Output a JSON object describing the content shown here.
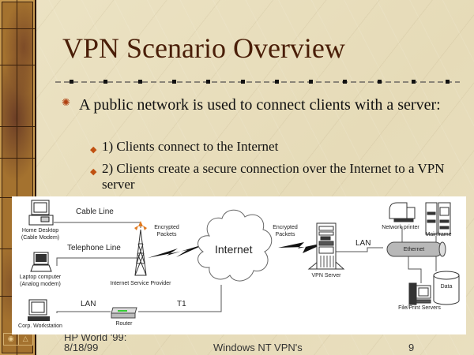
{
  "slide": {
    "title": "VPN Scenario Overview",
    "bullets": [
      {
        "text": "A public network is used to connect clients with a server:",
        "icon": "star-bullet-icon"
      }
    ],
    "sub_bullets": [
      {
        "text": "1)  Clients connect to the Internet",
        "icon": "diamond-bullet-icon"
      },
      {
        "text": "2)  Clients create a secure connection over the Internet to a VPN server",
        "icon": "diamond-bullet-icon"
      }
    ],
    "nav": {
      "left_icon": "action-icon",
      "right_icon": "triangle-icon"
    }
  },
  "diagram": {
    "clients": [
      {
        "label_line1": "Home Desktop",
        "label_line2": "(Cable Modem)",
        "icon": "desktop-computer-icon"
      },
      {
        "label_line1": "Laptop computer",
        "label_line2": "(Analog modem)",
        "icon": "laptop-icon"
      },
      {
        "label_line1": "Corp. Workstation",
        "label_line2": "",
        "icon": "workstation-icon"
      }
    ],
    "links": {
      "cable": "Cable Line",
      "telephone": "Telephone Line",
      "lan_left": "LAN",
      "t1": "T1",
      "lan_right": "LAN",
      "encrypted_left_1": "Encrypted",
      "encrypted_left_2": "Packets",
      "encrypted_right_1": "Encrypted",
      "encrypted_right_2": "Packets"
    },
    "nodes": {
      "isp": "Internet Service Provider",
      "router": "Router",
      "internet": "Internet",
      "vpn_server": "VPN Server",
      "network_printer": "Network printer",
      "mainframe": "Mainframe",
      "ethernet": "Ethernet",
      "data": "Data",
      "file_print": "File/Print Servers"
    }
  },
  "footer": {
    "event": "HP World '99:",
    "date": "8/18/99",
    "center": "Windows NT VPN's",
    "page": "9"
  }
}
